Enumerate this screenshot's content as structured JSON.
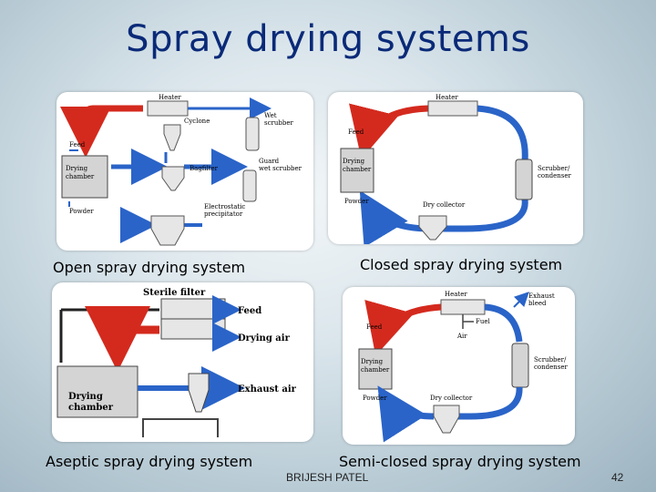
{
  "slide": {
    "title": "Spray drying systems",
    "footer_author": "BRIJESH PATEL",
    "page_number": "42"
  },
  "diagrams": {
    "open": {
      "caption": "Open spray drying system",
      "labels": {
        "heater": "Heater",
        "cyclone": "Cyclone",
        "wet_scrubber_1": "Wet",
        "wet_scrubber_2": "scrubber",
        "feed": "Feed",
        "drying_1": "Drying",
        "drying_2": "chamber",
        "bagfilter": "Bagfilter",
        "guard_1": "Guard",
        "guard_2": "wet scrubber",
        "powder": "Powder",
        "esp_1": "Electrostatic",
        "esp_2": "precipitator"
      }
    },
    "closed": {
      "caption": "Closed spray drying system",
      "labels": {
        "heater": "Heater",
        "feed": "Feed",
        "drying_1": "Drying",
        "drying_2": "chamber",
        "scrubber_1": "Scrubber/",
        "scrubber_2": "condenser",
        "powder": "Powder",
        "dry_collector": "Dry collector"
      }
    },
    "aseptic": {
      "caption": "Aseptic spray drying system",
      "labels": {
        "sterile_filter": "Sterile filter",
        "feed": "Feed",
        "drying_air": "Drying air",
        "drying_1": "Drying",
        "drying_2": "chamber",
        "exhaust_air": "Exhaust air"
      }
    },
    "semi_closed": {
      "caption": "Semi-closed spray drying system",
      "labels": {
        "heater": "Heater",
        "exhaust_1": "Exhaust",
        "exhaust_2": "bleed",
        "feed": "Feed",
        "fuel": "Fuel",
        "air": "Air",
        "drying_1": "Drying",
        "drying_2": "chamber",
        "scrubber_1": "Scrubber/",
        "scrubber_2": "condenser",
        "powder": "Powder",
        "dry_collector": "Dry collector"
      }
    }
  },
  "colors": {
    "hot_air": "#d42a1e",
    "cool_air": "#2a64c8",
    "title": "#0a2a78"
  }
}
